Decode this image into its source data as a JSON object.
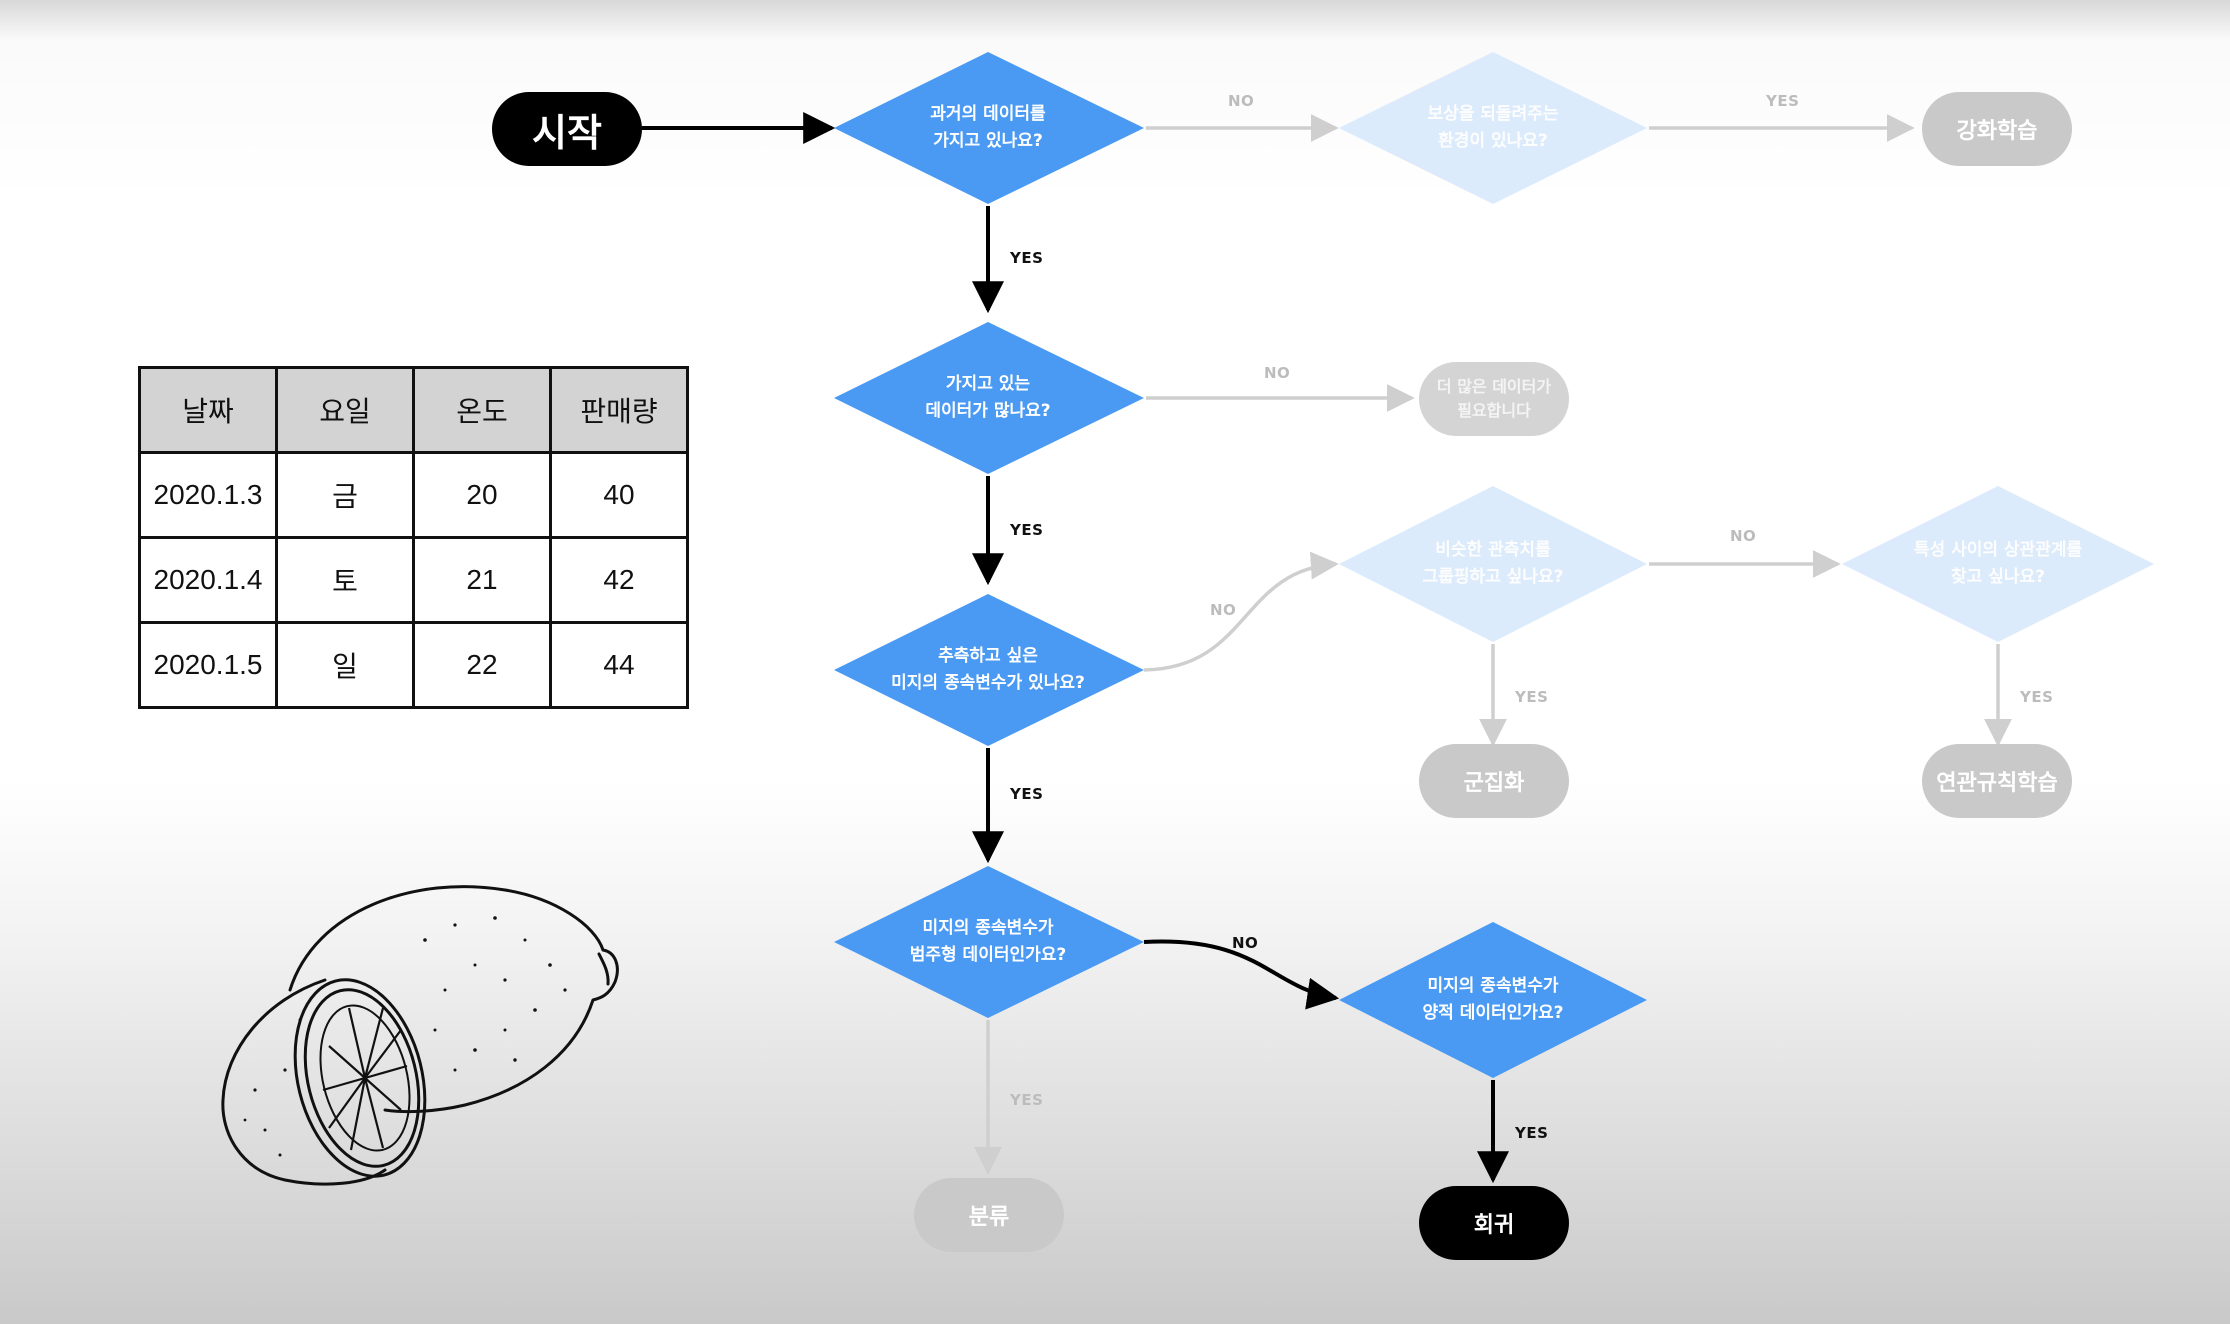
{
  "start_label": "시작",
  "nodes": {
    "q_past_data": "과거의 데이터를\n가지고 있나요?",
    "q_reward_env": "보상을 되돌려주는\n환경이 있나요?",
    "reinforcement_learning": "강화학습",
    "q_enough_data": "가지고 있는\n데이터가 많나요?",
    "need_more_data": "더 많은 데이터가\n필요합니다",
    "q_unknown_target": "추측하고 싶은\n미지의 종속변수가 있나요?",
    "q_group_obs": "비슷한 관측치를\n그룹핑하고 싶나요?",
    "q_feature_corr": "특성 사이의 상관관계를\n찾고 싶나요?",
    "clustering": "군집화",
    "association_rules": "연관규칙학습",
    "q_categorical": "미지의 종속변수가\n범주형 데이터인가요?",
    "q_quantitative": "미지의 종속변수가\n양적 데이터인가요?",
    "classification": "분류",
    "regression": "회귀"
  },
  "edge_labels": {
    "past_no": "NO",
    "reward_yes": "YES",
    "past_yes": "YES",
    "enough_no": "NO",
    "enough_yes": "YES",
    "unknown_no": "NO",
    "group_no": "NO",
    "group_yes": "YES",
    "corr_yes": "YES",
    "unknown_yes": "YES",
    "cat_no": "NO",
    "cat_yes": "YES",
    "quant_yes": "YES"
  },
  "table": {
    "headers": [
      "날짜",
      "요일",
      "온도",
      "판매량"
    ],
    "rows": [
      [
        "2020.1.3",
        "금",
        "20",
        "40"
      ],
      [
        "2020.1.4",
        "토",
        "21",
        "42"
      ],
      [
        "2020.1.5",
        "일",
        "22",
        "44"
      ]
    ]
  },
  "colors": {
    "active_diamond": "#4a9af3",
    "faded_diamond": "#dcebfb",
    "active_arrow": "#000000",
    "faded_arrow": "#cfcfcf"
  },
  "illustration": "lemon-drawing"
}
